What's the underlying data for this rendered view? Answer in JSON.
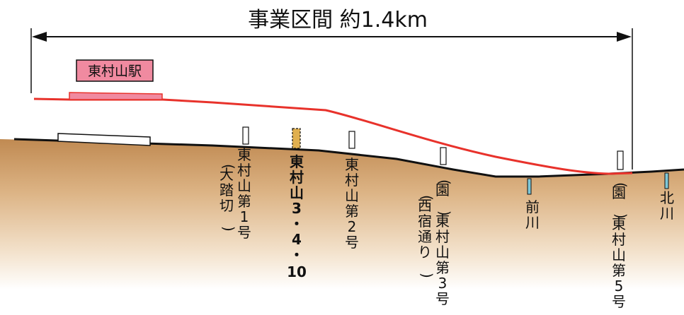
{
  "title": "事業区間 約1.4km",
  "station": "東村山駅",
  "crossings": [
    {
      "id": "higashimurayama-1",
      "label": "東村山第1号",
      "sublabel": "(大踏切)",
      "bold": false
    },
    {
      "id": "higashimurayama-3-4-10",
      "label": "東村山3・4・10",
      "sublabel": "",
      "bold": true
    },
    {
      "id": "higashimurayama-2",
      "label": "東村山第2号",
      "sublabel": "",
      "bold": false
    },
    {
      "id": "en-higashimurayama-3",
      "label": "(園)東村山第3号",
      "sublabel": "(西宿通り)",
      "bold": false
    },
    {
      "id": "maekawa",
      "label": "前川",
      "sublabel": "",
      "bold": false
    },
    {
      "id": "en-higashimurayama-5",
      "label": "(園)東村山第5号",
      "sublabel": "",
      "bold": false
    },
    {
      "id": "kitagawa",
      "label": "北川",
      "sublabel": "",
      "bold": false
    }
  ],
  "colors": {
    "rail": "#e8322b",
    "station_fill": "#f08aa0",
    "ground_top": "#c8935a",
    "ground_bottom": "#ffffff",
    "road_post": "#e0b050",
    "river_post": "#7ec8d8"
  }
}
